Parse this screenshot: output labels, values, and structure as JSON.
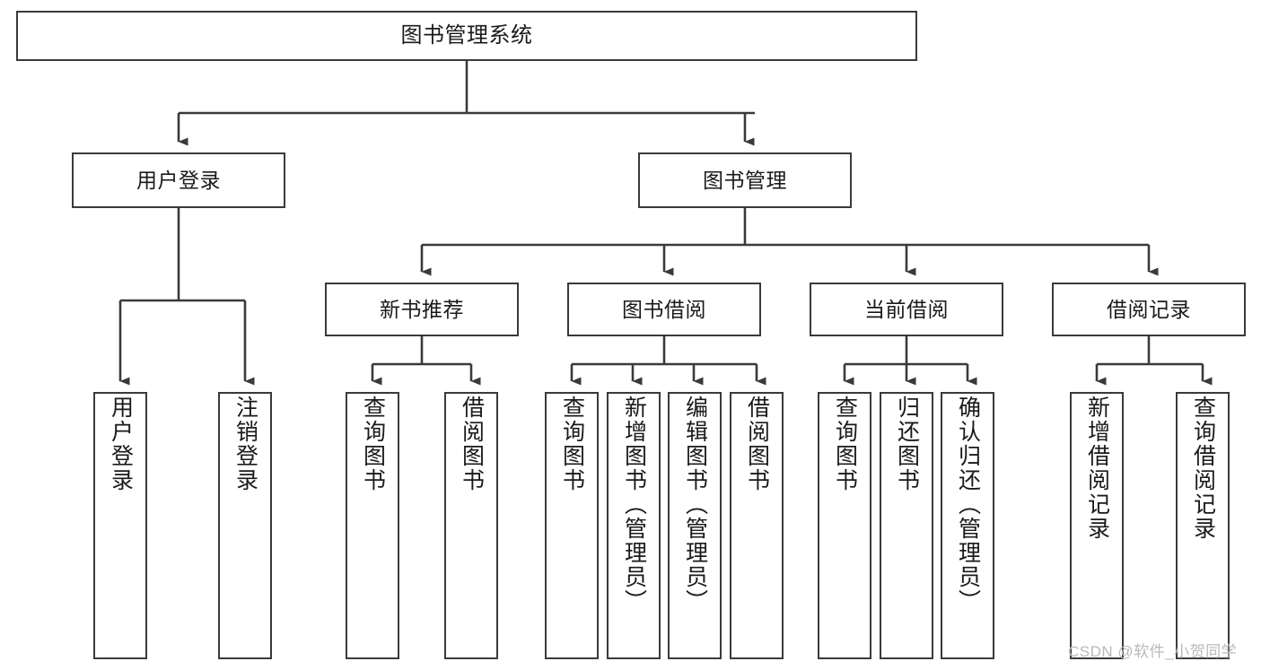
{
  "diagram": {
    "type": "tree-hierarchy-chart",
    "title": "图书管理系统",
    "colors": {
      "box_border": "#3a3a3a",
      "box_fill": "#ffffff",
      "connector": "#3a3a3a",
      "text": "#1a1a1a",
      "watermark": "#b9b9b9",
      "background": "#ffffff"
    },
    "root": {
      "label": "图书管理系统"
    },
    "level2": [
      {
        "label": "用户登录"
      },
      {
        "label": "图书管理"
      }
    ],
    "level3": [
      {
        "label": "新书推荐"
      },
      {
        "label": "图书借阅"
      },
      {
        "label": "当前借阅"
      },
      {
        "label": "借阅记录"
      }
    ],
    "leaves": {
      "user_login": [
        {
          "label": "用户登录"
        },
        {
          "label": "注销登录"
        }
      ],
      "new_book_recommend": [
        {
          "label": "查询图书"
        },
        {
          "label": "借阅图书"
        }
      ],
      "book_borrow": [
        {
          "label": "查询图书"
        },
        {
          "label": "新增图书（管理员）"
        },
        {
          "label": "编辑图书（管理员）"
        },
        {
          "label": "借阅图书"
        }
      ],
      "current_borrow": [
        {
          "label": "查询图书"
        },
        {
          "label": "归还图书"
        },
        {
          "label": "确认归还（管理员）"
        }
      ],
      "borrow_record": [
        {
          "label": "新增借阅记录"
        },
        {
          "label": "查询借阅记录"
        }
      ]
    },
    "watermark": "CSDN @软件_小贺同学"
  }
}
